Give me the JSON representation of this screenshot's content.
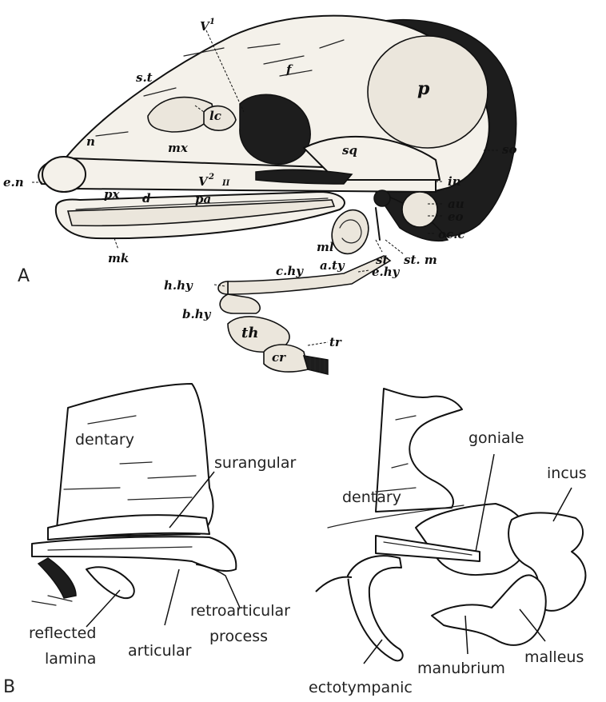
{
  "panel_a": {
    "panel_label": "A",
    "labels": {
      "v1": "V",
      "v1_sup": "1",
      "f": "f",
      "st": "s.t",
      "lc": "lc",
      "p": "p",
      "n": "n",
      "mx": "mx",
      "sq": "sq",
      "so": "so",
      "en": "e.n",
      "px": "px",
      "v2": "V",
      "v2_sup": "2",
      "v2_roman": "II",
      "pa": "pa",
      "in": "in",
      "au": "au",
      "d": "d",
      "eo": "eo",
      "ml": "ml",
      "occ": "oc.c",
      "aty": "a.ty",
      "stp": "st",
      "stm": "st. m",
      "mk": "mk",
      "chy": "c.hy",
      "ehy": "e.hy",
      "hhy": "h.hy",
      "bhy": "b.hy",
      "th": "th",
      "cr": "cr",
      "tr": "tr"
    }
  },
  "panel_b": {
    "panel_label": "B",
    "left_labels": {
      "dentary": "dentary",
      "surangular": "surangular",
      "retro1": "retroarticular",
      "retro2": "process",
      "refl1": "reflected",
      "refl2": "lamina",
      "articular": "articular"
    },
    "right_labels": {
      "dentary": "dentary",
      "goniale": "goniale",
      "incus": "incus",
      "manubrium": "manubrium",
      "malleus": "malleus",
      "ectotympanic": "ectotympanic"
    }
  }
}
